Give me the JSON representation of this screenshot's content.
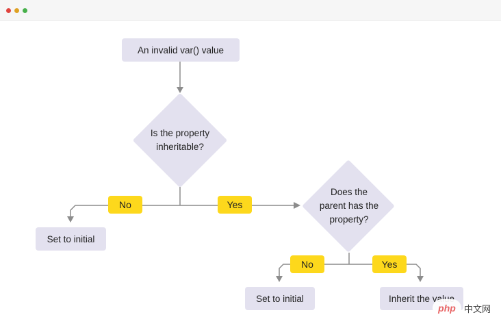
{
  "colors": {
    "window_close": "#e0443e",
    "window_minimize": "#dea123",
    "window_zoom": "#47b04b",
    "node_fill": "#e3e1ef",
    "label_fill": "#fdd81c",
    "connector": "#8c8c8c"
  },
  "diagram": {
    "start": "An invalid var() value",
    "question1": [
      "Is the property",
      "inheritable?"
    ],
    "q1_no": "No",
    "q1_yes": "Yes",
    "result_no1": "Set to initial",
    "question2": [
      "Does the",
      "parent has the",
      "property?"
    ],
    "q2_no": "No",
    "q2_yes": "Yes",
    "result_no2": "Set to initial",
    "result_yes2": "Inherit the value"
  },
  "watermark": {
    "logo": "php",
    "site": "中文网"
  }
}
